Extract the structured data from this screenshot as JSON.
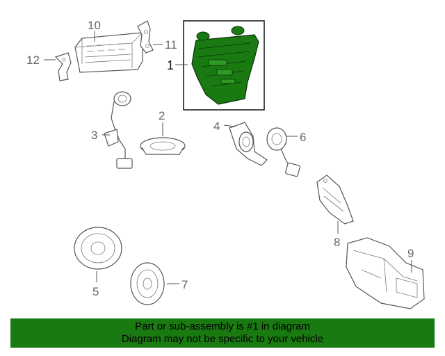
{
  "diagram": {
    "callouts": {
      "c1": "1",
      "c2": "2",
      "c3": "3",
      "c4": "4",
      "c5": "5",
      "c6": "6",
      "c7": "7",
      "c8": "8",
      "c9": "9",
      "c10": "10",
      "c11": "11",
      "c12": "12"
    },
    "highlight_color": "#1a7a12",
    "highlighted_part": "1"
  },
  "banner": {
    "line1": "Part or sub-assembly is #1 in diagram",
    "line2": "Diagram may not be specific to your vehicle",
    "color": "#1a7a12"
  }
}
